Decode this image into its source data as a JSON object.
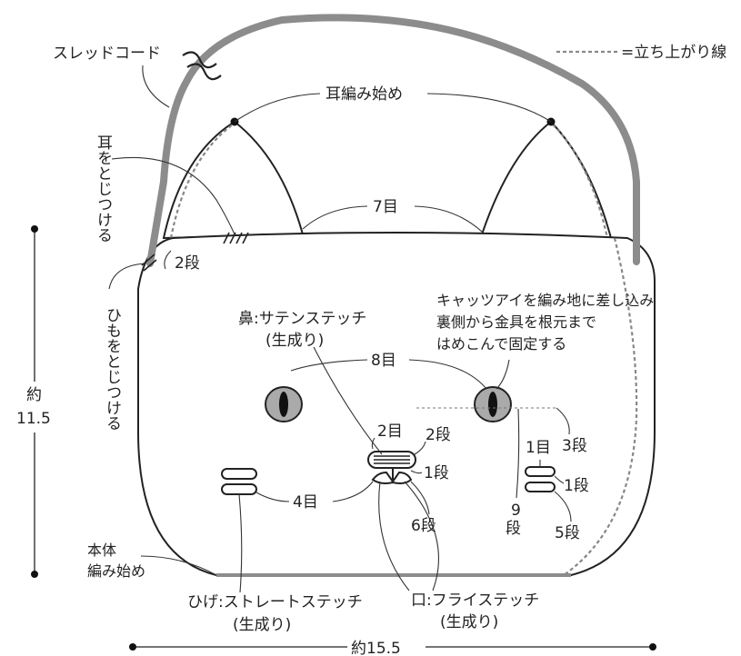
{
  "legend": {
    "text": "=立ち上がり線"
  },
  "labels": {
    "thread_cord": "スレッドコード",
    "ear_start": "耳編み始め",
    "ear_attach": "耳をとじつける",
    "ear_rows": "2段",
    "ear_gap": "7目",
    "strap_attach": "ひもをとじつける",
    "nose_title": "鼻:サテンステッチ",
    "nose_color": "(生成り)",
    "eye_line1": "キャッツアイを編み地に差し込み",
    "eye_line2": "裏側から金具を根元まで",
    "eye_line3": "はめこんで固定する",
    "eye_gap": "8目",
    "nose_width": "2目",
    "nose_rows_top": "2段",
    "nose_rows_bottom": "1段",
    "whisker_gap": "4目",
    "mouth_rows": "6段",
    "nine_rows_num": "9",
    "nine_rows_unit": "段",
    "whisker_width": "1目",
    "whisker_rows_top": "3段",
    "whisker_rows_mid": "1段",
    "whisker_rows_bottom": "5段",
    "body_start_line1": "本体",
    "body_start_line2": "編み始め",
    "whisker_title": "ひげ:ストレートステッチ",
    "whisker_color": "(生成り)",
    "mouth_title": "口:フライステッチ",
    "mouth_color": "(生成り)",
    "height_prefix": "約",
    "height_value": "11.5",
    "width_value": "約15.5"
  },
  "colors": {
    "cord": "#8c8c8c",
    "outline": "#222222",
    "eye_fill": "#aaaaaa",
    "pupil": "#111111",
    "rise_line": "#888888"
  }
}
